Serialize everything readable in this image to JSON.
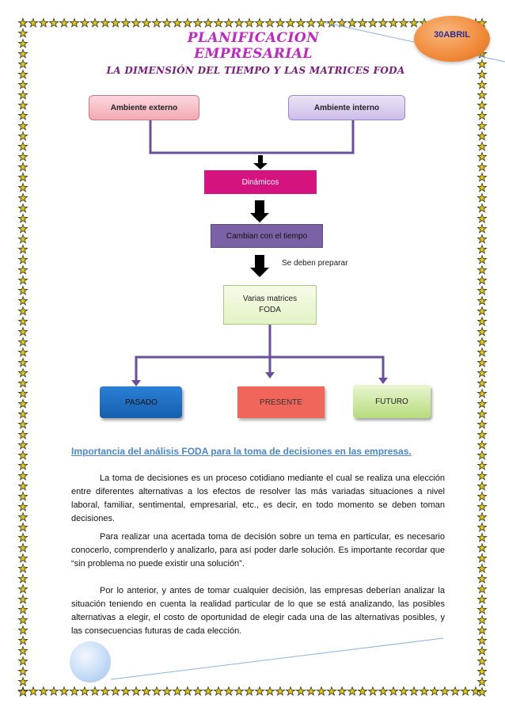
{
  "header": {
    "title": "PLANIFICACION EMPRESARIAL",
    "subtitle": "LA DIMENSIÓN DEL TIEMPO Y LAS MATRICES FODA",
    "date_badge": "30ABRIL"
  },
  "diagram": {
    "ambiente_externo": "Ambiente externo",
    "ambiente_interno": "Ambiente interno",
    "dinamicos": "Dinámicos",
    "cambian": "Cambian con el tiempo",
    "preparar_note": "Se deben preparar",
    "matrices_line1": "Varias matrices",
    "matrices_line2": "FODA",
    "pasado": "PASADO",
    "presente": "PRESENTE",
    "futuro": "FUTURO"
  },
  "article": {
    "heading": "Importancia del análisis FODA para la toma de decisiones en las empresas.",
    "paragraphs": [
      "La toma de decisiones es un proceso cotidiano mediante el cual se realiza una elección entre diferentes alternativas a los efectos de resolver las más variadas situaciones a nivel laboral, familiar, sentimental, empresarial, etc., es decir, en todo momento se deben toman decisiones.",
      "Para realizar una acertada toma de decisión sobre un tema en particular, es necesario conocerlo, comprenderlo y analizarlo, para así poder darle solución. Es importante recordar que “sin problema no puede existir una solución”.",
      "Por lo anterior, y antes de tomar cualquier decisión, las empresas deberían analizar la situación teniendo en cuenta la realidad particular de lo que se está analizando, las posibles alternativas a elegir, el costo de oportunidad de elegir cada una de las alternativas posibles, y las consecuencias futuras de cada elección."
    ]
  },
  "colors": {
    "title": "#c026c4",
    "subtitle": "#7a1a7a",
    "heading": "#4b86c8",
    "connector": "#6a4f9c",
    "badge": "#f08a3a",
    "border_star": "#e6c21a"
  },
  "icons": {
    "border": "star-border-icon",
    "arrow": "down-arrow-icon",
    "decoration": "blue-bubble-icon"
  }
}
